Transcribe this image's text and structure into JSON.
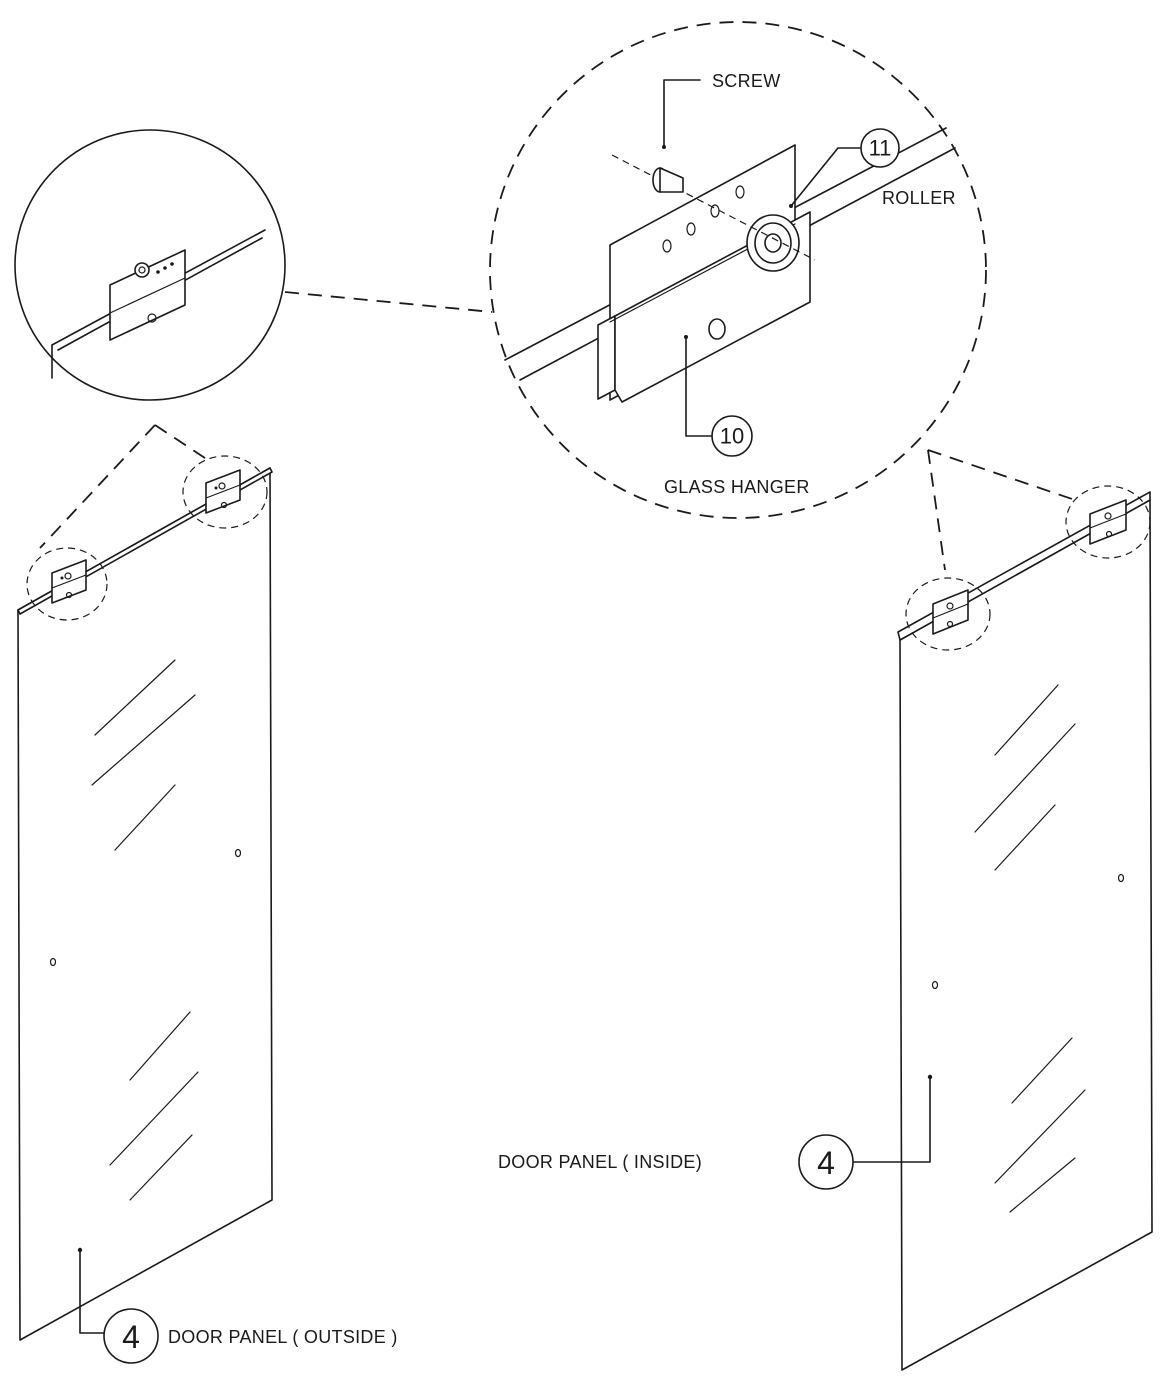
{
  "labels": {
    "screw": "SCREW",
    "roller": "ROLLER",
    "glass_hanger": "GLASS HANGER",
    "door_panel_inside": "DOOR PANEL ( INSIDE)",
    "door_panel_outside": "DOOR PANEL ( OUTSIDE )"
  },
  "callouts": {
    "roller_number": "11",
    "hanger_number": "10",
    "panel_inside_number": "4",
    "panel_outside_number": "4"
  }
}
